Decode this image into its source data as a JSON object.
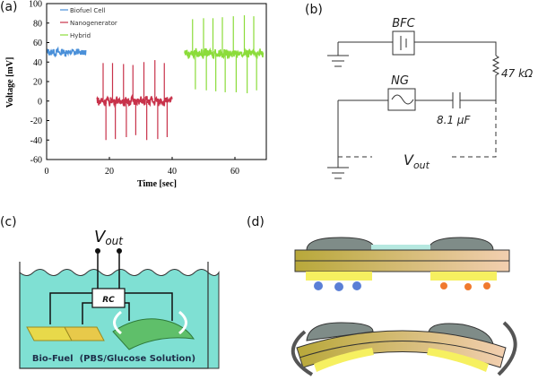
{
  "panels": {
    "a": {
      "label": "(a)"
    },
    "b": {
      "label": "(b)",
      "bfc": "BFC",
      "ng": "NG",
      "resistor": "47 kΩ",
      "capacitor": "8.1 μF",
      "vout_main": "V",
      "vout_sub": "out"
    },
    "c": {
      "label": "(c)",
      "vout_main": "V",
      "vout_sub": "out",
      "rc": "RC",
      "caption": "Bio-Fuel  (PBS/Glucose Solution)",
      "colors": {
        "solution": "#7fe0d3"
      }
    },
    "d": {
      "label": "(d)"
    }
  },
  "chart_data": {
    "type": "line",
    "title": "",
    "xlabel": "Time [sec]",
    "ylabel": "Voltage [mV]",
    "xlim": [
      0,
      70
    ],
    "ylim": [
      -60,
      100
    ],
    "xticks": [
      0,
      20,
      40,
      60
    ],
    "yticks": [
      -60,
      -40,
      -20,
      0,
      20,
      40,
      60,
      80,
      100
    ],
    "grid": false,
    "legend": "top-left",
    "series": [
      {
        "name": "Biofuel Cell",
        "color": "#4a90d9",
        "t_range": [
          0,
          12.5
        ],
        "baseline": 50,
        "noise": 3,
        "spikes": []
      },
      {
        "name": "Nanogenerator",
        "color": "#c8324a",
        "t_range": [
          16,
          40
        ],
        "baseline": 0,
        "noise": 4,
        "spikes": [
          {
            "t": 18,
            "max": 39,
            "min": -40
          },
          {
            "t": 21,
            "max": 39,
            "min": -39
          },
          {
            "t": 24.5,
            "max": 38,
            "min": -37
          },
          {
            "t": 27.5,
            "max": 37,
            "min": -35
          },
          {
            "t": 31,
            "max": 40,
            "min": -40
          },
          {
            "t": 34.5,
            "max": 42,
            "min": -39
          },
          {
            "t": 37.5,
            "max": 39,
            "min": -37
          }
        ]
      },
      {
        "name": "Hybrid",
        "color": "#8bdc3a",
        "t_range": [
          44,
          69
        ],
        "baseline": 49,
        "noise": 4,
        "spikes": [
          {
            "t": 46.5,
            "max": 84,
            "min": 12
          },
          {
            "t": 50,
            "max": 85,
            "min": 11
          },
          {
            "t": 53,
            "max": 85,
            "min": 10
          },
          {
            "t": 56,
            "max": 86,
            "min": 9
          },
          {
            "t": 59.5,
            "max": 87,
            "min": 9
          },
          {
            "t": 63,
            "max": 88,
            "min": 8
          },
          {
            "t": 66,
            "max": 87,
            "min": 11
          }
        ]
      }
    ]
  }
}
